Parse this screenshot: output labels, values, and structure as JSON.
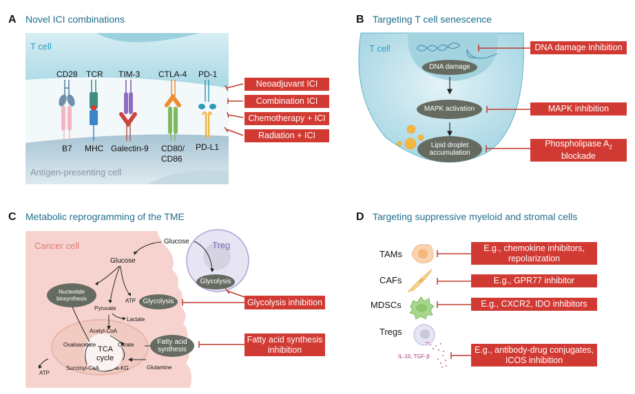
{
  "panels": {
    "a": {
      "letter": "A",
      "title": "Novel ICI combinations",
      "tcell_label": "T cell",
      "apc_label": "Antigen-presenting cell",
      "receptors_top": [
        "CD28",
        "TCR",
        "TIM-3",
        "CTLA-4",
        "PD-1"
      ],
      "ligands_bottom": [
        "B7",
        "MHC",
        "Galectin-9",
        "CD80/",
        "CD86",
        "PD-L1"
      ],
      "therapies": [
        "Neoadjuvant ICI",
        "Combination ICI",
        "Chemotherapy + ICI",
        "Radiation + ICI"
      ]
    },
    "b": {
      "letter": "B",
      "title": "Targeting T cell senescence",
      "tcell_label": "T cell",
      "steps": [
        "DNA damage",
        "MAPK activation",
        "Lipid droplet accumulation"
      ],
      "step3_line1": "Lipid droplet",
      "step3_line2": "accumulation",
      "therapies": {
        "dna": "DNA damage inhibition",
        "mapk": "MAPK inhibition",
        "pla2_line1": "Phospholipase A",
        "pla2_sub": "2",
        "pla2_line2": "blockade"
      }
    },
    "c": {
      "letter": "C",
      "title": "Metabolic reprogramming of the TME",
      "cancer_label": "Cancer cell",
      "treg_label": "Treg",
      "glucose_ext": "Glucose",
      "glucose_int": "Glucose",
      "nucleotide_line1": "Nucleotide",
      "nucleotide_line2": "biosynthesis",
      "atp1": "ATP",
      "glycolysis": "Glycolysis",
      "treg_glycolysis": "Glycolysis",
      "pyruvate": "Pyruvate",
      "lactate": "Lactate",
      "acetyl_coa": "Acetyl-CoA",
      "oxaloacetate": "Oxaloacetate",
      "citrate": "Citrate",
      "tca_line1": "TCA",
      "tca_line2": "cycle",
      "succinyl_coa": "Succinyl-CoA",
      "akg": "α-KG",
      "glutamine": "Glutamine",
      "atp2": "ATP",
      "fatty_line1": "Fatty acid",
      "fatty_line2": "synthesis",
      "therapies": {
        "glycolysis": "Glycolysis inhibition",
        "fas_line1": "Fatty acid synthesis",
        "fas_line2": "inhibition"
      }
    },
    "d": {
      "letter": "D",
      "title": "Targeting suppressive myeloid and stromal cells",
      "cells": [
        "TAMs",
        "CAFs",
        "MDSCs",
        "Tregs"
      ],
      "cytokines": "IL-10, TGF-β",
      "therapies": {
        "tams_line1": "E.g., chemokine inhibitors,",
        "tams_line2": "repolarization",
        "cafs": "E.g., GPR77 inhibitor",
        "mdscs": "E.g., CXCR2, IDO inhibitors",
        "tregs_line1": "E.g., antibody-drug conjugates,",
        "tregs_line2": "ICOS inhibition"
      }
    }
  },
  "colors": {
    "title": "#1f6e8c",
    "therapy_box": "#d13a33",
    "node_oval": "#666b62",
    "tcell_fill": "#bfe1ea",
    "cancer_fill": "#f7d3cf",
    "treg_fill": "#e5e3f3"
  }
}
